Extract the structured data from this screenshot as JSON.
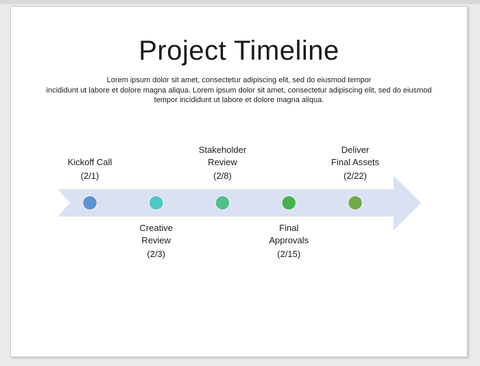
{
  "slide": {
    "title": "Project Timeline",
    "subtitle_lines": [
      "Lorem ipsum dolor sit amet, consectetur adipiscing elit, sed do eiusmod tempor",
      "incididunt ut labore et dolore magna aliqua. Lorem ipsum dolor sit amet, consectetur adipiscing elit, sed do eiusmod",
      "tempor incididunt ut labore et dolore magna aliqua."
    ]
  },
  "timeline": {
    "band_color": "#d9e1f2",
    "dot_outline_color": "#e9eef9",
    "milestones": [
      {
        "lines": [
          "Kickoff Call"
        ],
        "date": "(2/1)",
        "color": "#5b92d0",
        "side": "above"
      },
      {
        "lines": [
          "Creative",
          "Review"
        ],
        "date": "(2/3)",
        "color": "#4dc8c3",
        "side": "below"
      },
      {
        "lines": [
          "Stakeholder",
          "Review"
        ],
        "date": "(2/8)",
        "color": "#52be89",
        "side": "above"
      },
      {
        "lines": [
          "Final",
          "Approvals"
        ],
        "date": "(2/15)",
        "color": "#47b24c",
        "side": "below"
      },
      {
        "lines": [
          "Deliver",
          "Final Assets"
        ],
        "date": "(2/22)",
        "color": "#70a94b",
        "side": "above"
      }
    ]
  }
}
